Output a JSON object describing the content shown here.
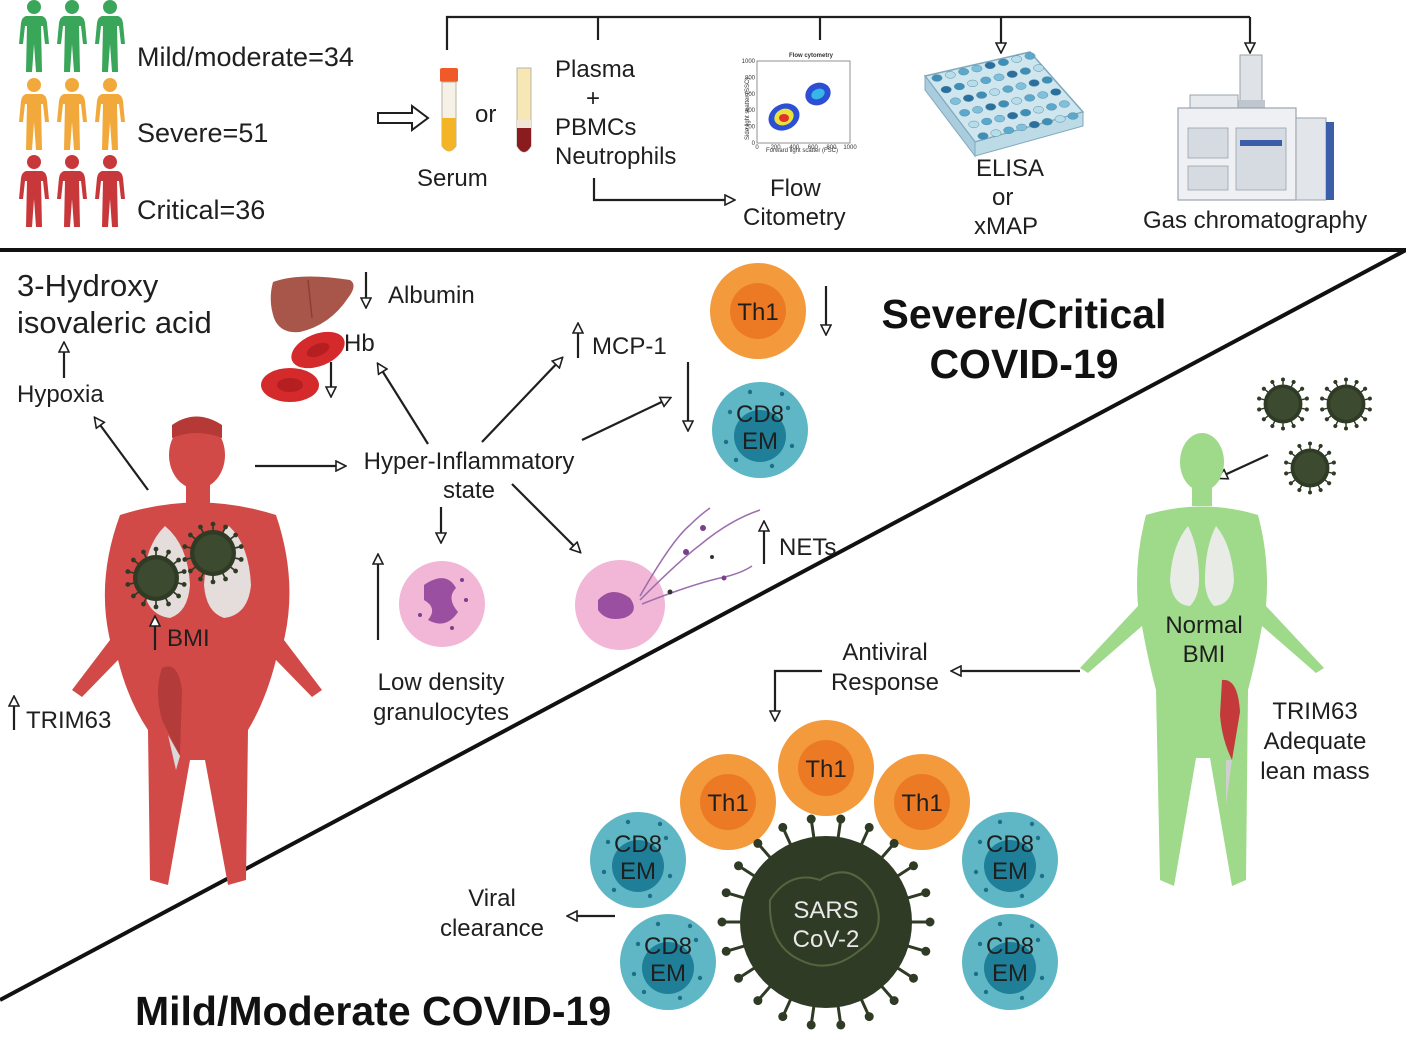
{
  "cohort": {
    "mild_moderate": "Mild/moderate=34",
    "severe": "Severe=51",
    "critical": "Critical=36"
  },
  "workflow": {
    "serum": "Serum",
    "or": "or",
    "plasma": "Plasma",
    "plus": "+",
    "pbmcs": "PBMCs",
    "neutrophils": "Neutrophils",
    "flow_title": "Flow cytometry",
    "flow_ylabel": "Side light scatter (SSC)",
    "flow_xlabel": "Forward light scatter (FSC)",
    "flow_xticks": [
      "0",
      "200",
      "400",
      "600",
      "800",
      "1000"
    ],
    "flow_yticks": [
      "0",
      "200",
      "400",
      "600",
      "800",
      "1000"
    ],
    "flow_line1": "Flow",
    "flow_line2": "Citometry",
    "elisa_line1": "ELISA",
    "elisa_line2": "or",
    "elisa_line3": "xMAP",
    "gc": "Gas chromatography"
  },
  "severe": {
    "title_line1": "Severe/Critical",
    "title_line2": "COVID-19",
    "hydroxy_line1": "3-Hydroxy",
    "hydroxy_line2": "isovaleric acid",
    "hypoxia": "Hypoxia",
    "albumin": "Albumin",
    "hb": "Hb",
    "mcp1": "MCP-1",
    "th1": "Th1",
    "cd8": "CD8",
    "em": "EM",
    "hyper_line1": "Hyper-Inflammatory",
    "hyper_line2": "state",
    "nets": "NETs",
    "ldg_line1": "Low density",
    "ldg_line2": "granulocytes",
    "bmi": "BMI",
    "trim63": "TRIM63"
  },
  "mild": {
    "title": "Mild/Moderate COVID-19",
    "antiviral_line1": "Antiviral",
    "antiviral_line2": "Response",
    "normal_line1": "Normal",
    "normal_line2": "BMI",
    "trim_line1": "TRIM63",
    "trim_line2": "Adequate",
    "trim_line3": "lean mass",
    "viral_line1": "Viral",
    "viral_line2": "clearance",
    "sars_line1": "SARS",
    "sars_line2": "CoV-2",
    "th1": "Th1",
    "cd8": "CD8",
    "em": "EM"
  },
  "colors": {
    "mild_green": "#3aa65a",
    "severe_orange": "#f2a93b",
    "critical_red": "#c8383a",
    "obese_body": "#d24a47",
    "normal_body": "#9fd98a",
    "th1_outer": "#f39a3c",
    "th1_inner": "#ec7a25",
    "cd8_outer": "#5fb7c6",
    "cd8_inner": "#1f7f99",
    "virus": "#2f3b25",
    "granulocyte": "#f2b6d6"
  }
}
